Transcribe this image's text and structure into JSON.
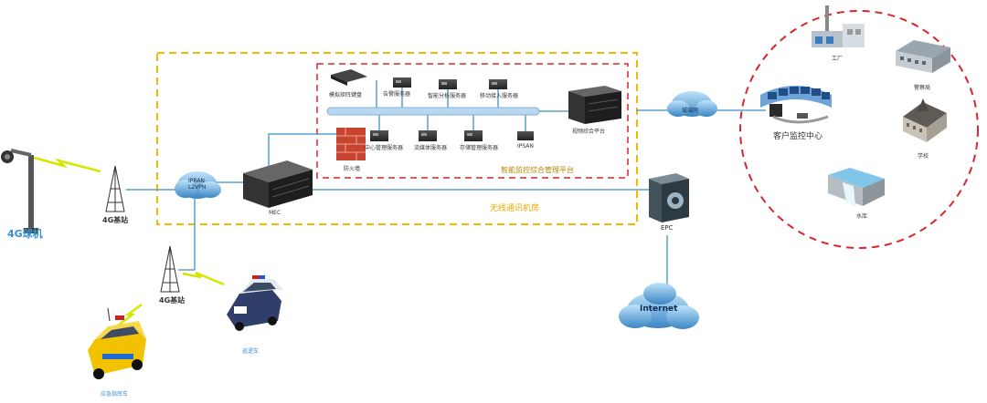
{
  "labels": {
    "camera": "4G球机",
    "bs_left": "4G基站",
    "bs_bottom": "4G基站",
    "ipran": "IPRAN\nL2VPN",
    "mec": "MEC",
    "firewall": "防火墙",
    "keyboard": "模拟矩阵键盘",
    "alarm": "告警服务器",
    "analysis": "智能分析服务器",
    "mobile_access": "移动接入服务器",
    "center_mgmt": "中心管理服务器",
    "media_fwd": "流媒体服务器",
    "storage_mgmt": "存储管理服务器",
    "ipsan": "IPSAN",
    "video_platform": "视频综合平台",
    "platform_title": "智能监控综合管理平台",
    "room_title": "无线通讯机房",
    "metro": "城域网",
    "epc": "EPC",
    "internet": "Internet",
    "client_center": "客户监控中心",
    "factory": "工厂",
    "police": "警察局",
    "school": "学校",
    "reservoir": "水库",
    "patrol": "巡逻车",
    "emergency": "应急指挥车"
  },
  "colors": {
    "yellow_frame": "#f5b800",
    "red_frame": "#d9262e",
    "link": "#5aa0c8",
    "cloud": "#3f8fc9",
    "lightning": "#d7e600",
    "camera_label": "#3a8fd0"
  }
}
